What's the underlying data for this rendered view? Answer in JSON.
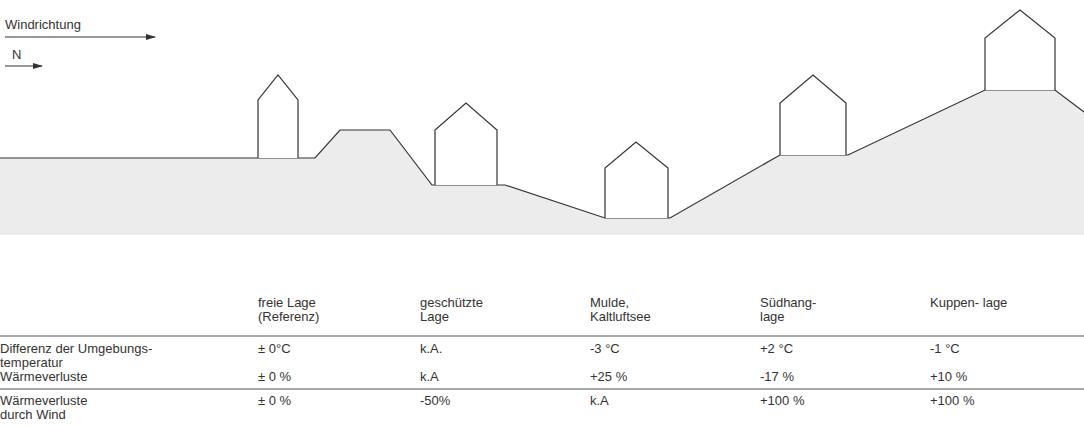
{
  "diagram": {
    "labels": [
      "Windrichtung",
      "N",
      "freie Lage (Referenz)",
      "geschützte Lage",
      "Mulde, Kaltluftsee",
      "Südhang- lage",
      "Kuppen- lage",
      "Differenz der Umgebungs- temperatur",
      "± 0°C",
      "k.A.",
      "-3 °C",
      "+2 °C",
      "-1 °C",
      "Wärmeverluste",
      "± 0 %",
      "k.A",
      "+25 %",
      "-17 %",
      "+10 %",
      "Wärmeverluste durch Wind",
      "± 0 %",
      "-50%",
      "k.A",
      "+100 %",
      "+100 %"
    ]
  }
}
